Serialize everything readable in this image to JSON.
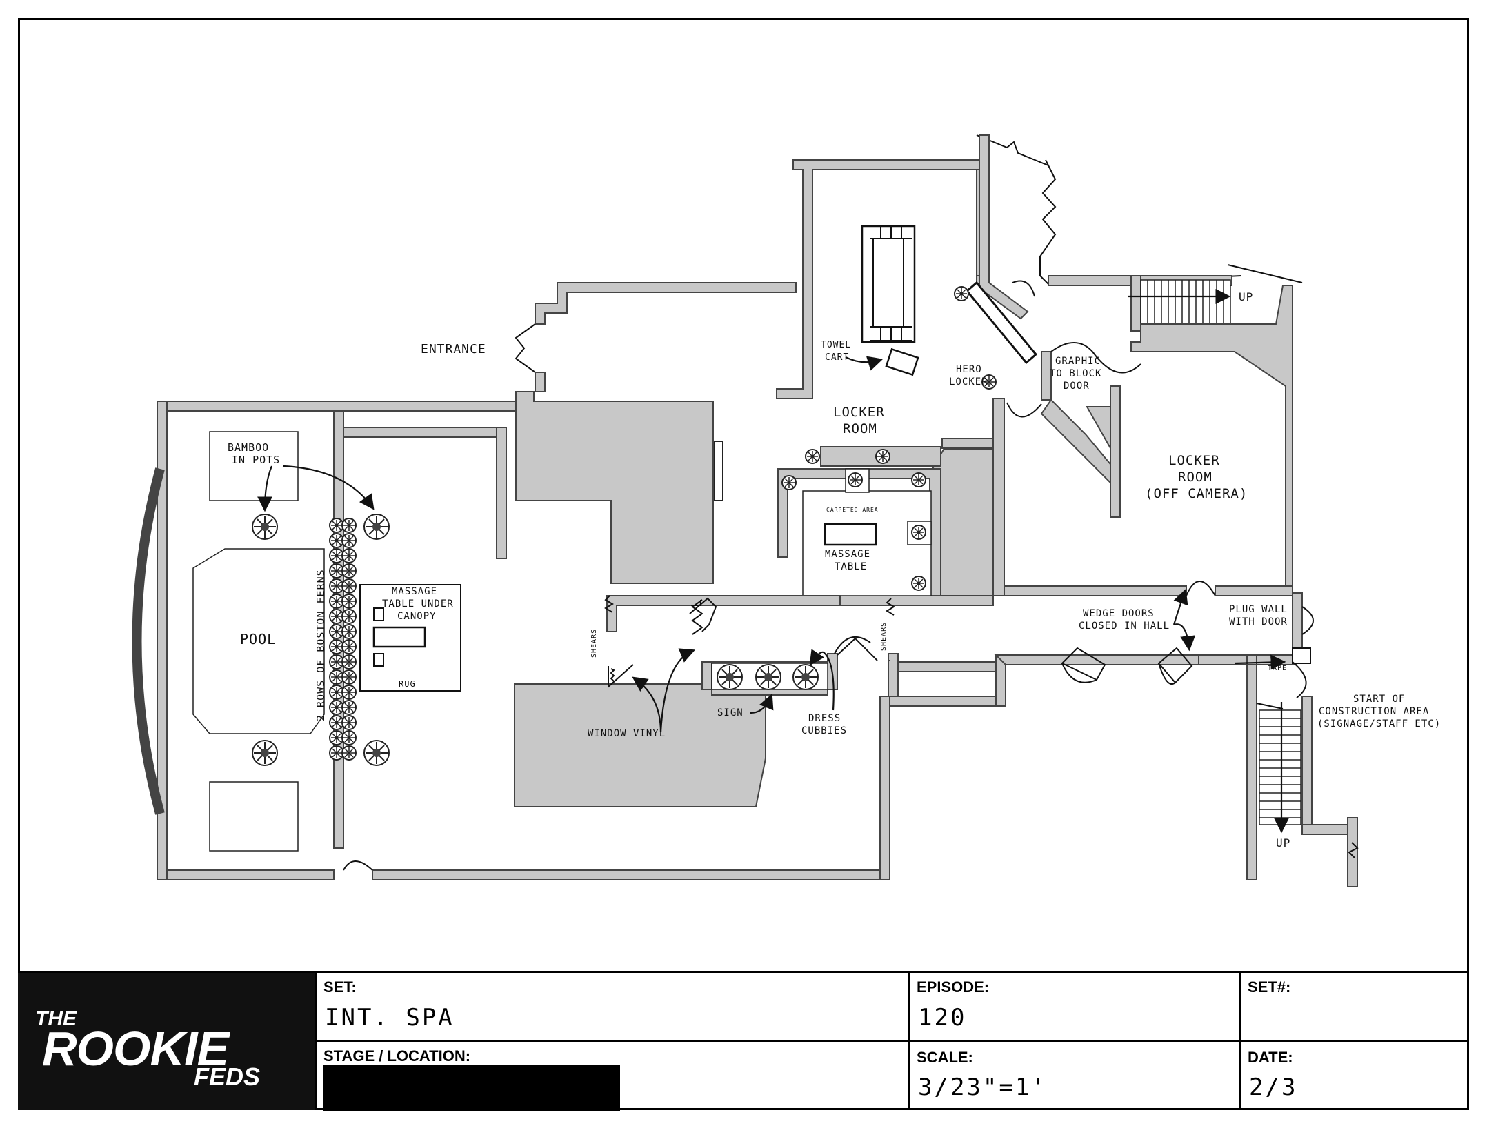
{
  "title_block": {
    "logo": {
      "the": "THE",
      "rookie": "ROOKIE",
      "feds": "FEDS"
    },
    "set_label": "SET:",
    "set_value": "INT. SPA",
    "episode_label": "EPISODE:",
    "episode_value": "120",
    "setnum_label": "SET#:",
    "setnum_value": "",
    "stage_label": "STAGE / LOCATION:",
    "scale_label": "SCALE:",
    "scale_value": "3/23\"=1'",
    "date_label": "DATE:",
    "date_value": "2/3"
  },
  "plan_labels": {
    "entrance": "ENTRANCE",
    "bamboo": [
      "BAMBOO",
      "IN POTS"
    ],
    "pool": "POOL",
    "ferns": "2 ROWS OF BOSTON FERNS",
    "massage_canopy": [
      "MASSAGE",
      "TABLE UNDER",
      "CANOPY"
    ],
    "rug": "RUG",
    "towel_cart": [
      "TOWEL",
      "CART"
    ],
    "hero_locker": [
      "HERO",
      "LOCKER"
    ],
    "locker_room": [
      "LOCKER",
      "ROOM"
    ],
    "graphic": [
      "GRAPHIC",
      "TO BLOCK",
      "DOOR"
    ],
    "up_top": "UP",
    "carpeted": "CARPETED AREA",
    "massage_table": [
      "MASSAGE",
      "TABLE"
    ],
    "locker_off": [
      "LOCKER",
      "ROOM",
      "(OFF CAMERA)"
    ],
    "shears_left": "SHEARS",
    "shears_right": "SHEARS",
    "window_vinyl": "WINDOW VINYL",
    "sign": "SIGN",
    "dress_cubbies": [
      "DRESS",
      "CUBBIES"
    ],
    "wedge_doors": [
      "WEDGE DOORS",
      "CLOSED IN HALL"
    ],
    "plug_wall": [
      "PLUG WALL",
      "WITH DOOR"
    ],
    "tape": "TAPE",
    "construction": [
      "START OF",
      "CONSTRUCTION AREA",
      "(SIGNAGE/STAFF ETC)"
    ],
    "up_bottom": "UP"
  },
  "colors": {
    "wall": "#c8c8c8",
    "ink": "#111111"
  }
}
